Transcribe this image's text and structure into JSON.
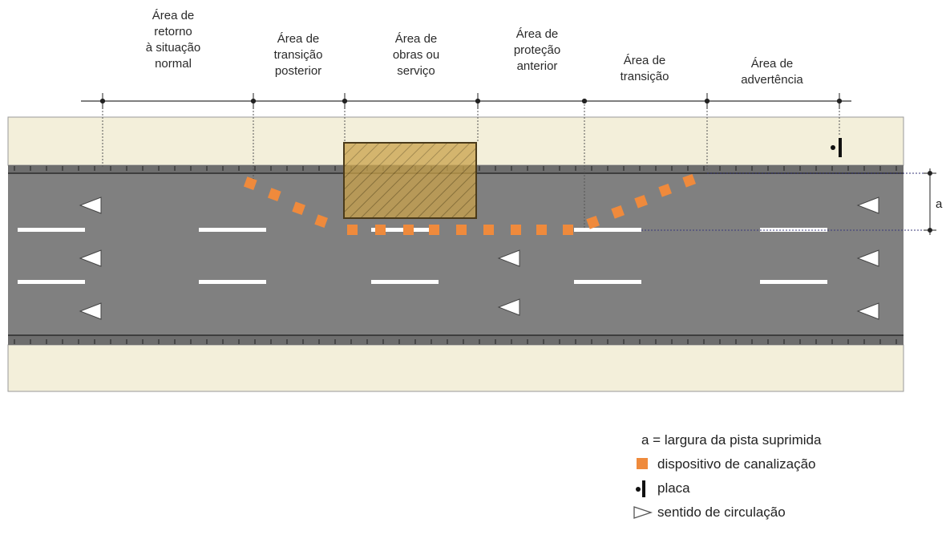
{
  "zones": [
    {
      "id": "retorno",
      "text": "Área de\nretorno\nà situação\nnormal"
    },
    {
      "id": "transicao-posterior",
      "text": "Área de\ntransição\nposterior"
    },
    {
      "id": "obras",
      "text": "Área de\nobras ou\nserviço"
    },
    {
      "id": "protecao-anterior",
      "text": "Área de\nproteção\nanterior"
    },
    {
      "id": "transicao",
      "text": "Área de\ntransição"
    },
    {
      "id": "advertencia",
      "text": "Área de\nadvertência"
    }
  ],
  "dimension_label": "a",
  "legend": {
    "largura": "a = largura da pista suprimida",
    "dispositivo": "dispositivo de canalização",
    "placa": "placa",
    "sentido": "sentido de circulação"
  },
  "colors": {
    "shoulder": "#f3efda",
    "road": "#808080",
    "cone": "#ef8a3c",
    "work_area": "#c9a24a",
    "lane_mark": "#ffffff",
    "dim_line": "#3a3a7a"
  },
  "icons": {
    "cone": "orange-square",
    "sign": "sign-post",
    "direction": "triangle-left"
  }
}
